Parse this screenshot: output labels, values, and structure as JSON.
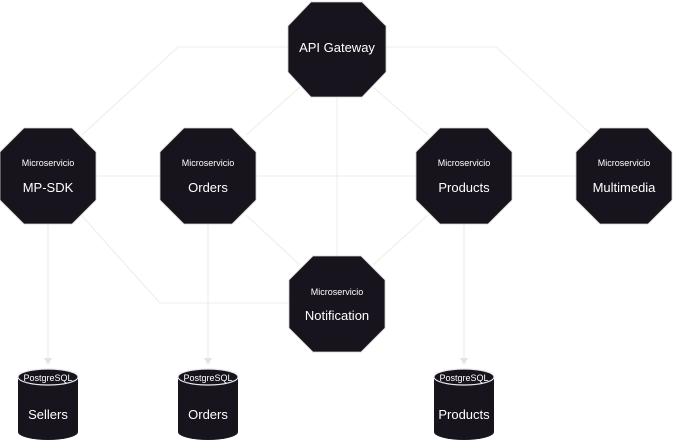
{
  "nodes": {
    "gateway": {
      "title": "API Gateway"
    },
    "mpsdk": {
      "kind": "Microservicio",
      "title": "MP-SDK"
    },
    "orders": {
      "kind": "Microservicio",
      "title": "Orders"
    },
    "products": {
      "kind": "Microservicio",
      "title": "Products"
    },
    "multimedia": {
      "kind": "Microservicio",
      "title": "Multimedia"
    },
    "notification": {
      "kind": "Microservicio",
      "title": "Notification"
    }
  },
  "databases": {
    "sellers": {
      "engine": "PostgreSQL",
      "name": "Sellers"
    },
    "orders": {
      "engine": "PostgreSQL",
      "name": "Orders"
    },
    "products": {
      "engine": "PostgreSQL",
      "name": "Products"
    }
  },
  "colors": {
    "node_fill": "#18141d",
    "node_text": "#ffffff",
    "connector": "#e8e8e8",
    "background": "#ffffff"
  }
}
